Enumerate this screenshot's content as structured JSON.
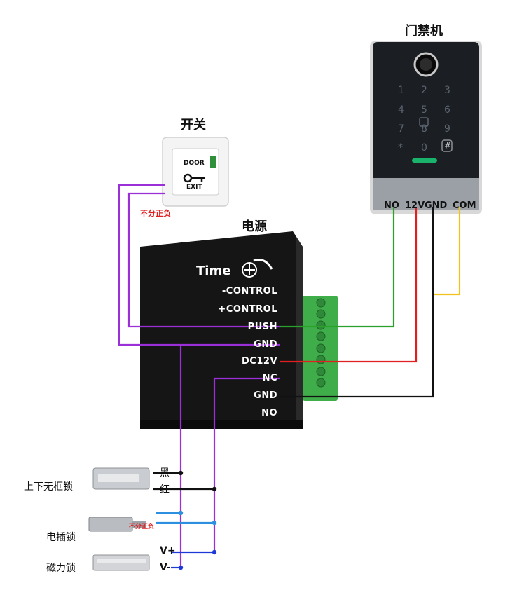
{
  "labels": {
    "access_controller": "门禁机",
    "switch": "开关",
    "switch_note": "不分正负",
    "power_supply": "电源",
    "lock_frameless": "上下无框锁",
    "lock_electric_bolt": "电插锁",
    "lock_bolt_note": "不分正负",
    "lock_magnetic": "磁力锁",
    "wire_black": "黑",
    "wire_red": "红",
    "v_plus": "V+",
    "v_minus": "V-"
  },
  "exit_button": {
    "top_text": "DOOR",
    "bottom_text": "EXIT"
  },
  "controller": {
    "keypad": [
      "1",
      "2",
      "3",
      "4",
      "5",
      "6",
      "7",
      "8",
      "9",
      "*",
      "0",
      "#"
    ],
    "terminals": [
      "NO",
      "12V",
      "GND",
      "COM"
    ]
  },
  "power_supply": {
    "brand": "Time",
    "terminals": [
      "-CONTROL",
      "+CONTROL",
      "PUSH",
      "GND",
      "DC12V",
      "NC",
      "GND",
      "NO"
    ]
  },
  "colors": {
    "purple_wire": "#9b30d9",
    "green_wire": "#2aa12a",
    "red_wire": "#e02020",
    "black_wire": "#111111",
    "yellow_wire": "#f2c21b",
    "blue_wire": "#1d39d6",
    "light_blue_wire": "#2d8fe0",
    "terminal_block": "#3fae4a"
  }
}
